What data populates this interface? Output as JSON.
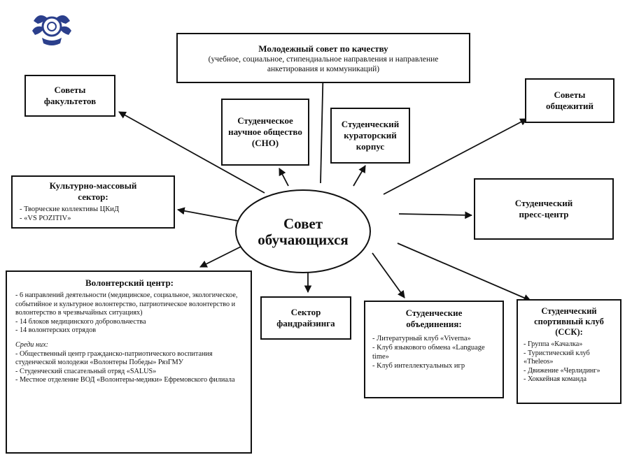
{
  "center": {
    "line1": "Совет",
    "line2": "обучающихся"
  },
  "quality_council": {
    "title": "Молодежный совет по качеству",
    "subtitle": "(учебное, социальное, стипендиальное направления и направление анкетирования и коммуникаций)"
  },
  "faculty_councils": {
    "label": "Советы факультетов"
  },
  "scientific_society": {
    "label": "Студенческое научное общество (СНО)"
  },
  "curator_corps": {
    "label": "Студенческий кураторский корпус"
  },
  "dorm_councils": {
    "label": "Советы общежитий"
  },
  "cultural_sector": {
    "title": "Культурно-массовый сектор:",
    "items": [
      "- Творческие коллективы ЦКиД",
      "- «VS POZITIV»"
    ]
  },
  "press_center": {
    "label": "Студенческий пресс-центр"
  },
  "volunteer_center": {
    "title": "Волонтерский центр:",
    "items": [
      "- 6 направлений деятельности (медицинское, социальное, экологическое, событийное и культурное волонтерство, патриотическое волонтерство и волонтерство в чрезвычайных ситуациях)",
      "- 14 блоков медицинского добровольчества",
      "- 14 волонтерских отрядов"
    ],
    "among_label": "Среди них:",
    "among_items": [
      "- Общественный центр гражданско-патриотического воспитания студенческой молодежи «Волонтеры Победы» РязГМУ",
      "- Студенческий спасательный отряд «SALUS»",
      "- Местное отделение ВОД «Волонтеры-медики» Ефремовского филиала"
    ]
  },
  "fundraising_sector": {
    "label": "Сектор фандрайзинга"
  },
  "student_associations": {
    "title": "Студенческие объединения:",
    "items": [
      "- Литературный клуб «Viverna»",
      "- Клуб языкового обмена «Language time»",
      "- Клуб интеллектуальных игр"
    ]
  },
  "sports_club": {
    "title": "Студенческий спортивный клуб (ССК):",
    "items": [
      "- Группа «Качалка»",
      "- Туристический клуб «Theleos»",
      "- Движение «Черлидинг»",
      "- Хоккейная команда"
    ]
  },
  "colors": {
    "line": "#111111",
    "logo_blue": "#2b3f8c"
  }
}
